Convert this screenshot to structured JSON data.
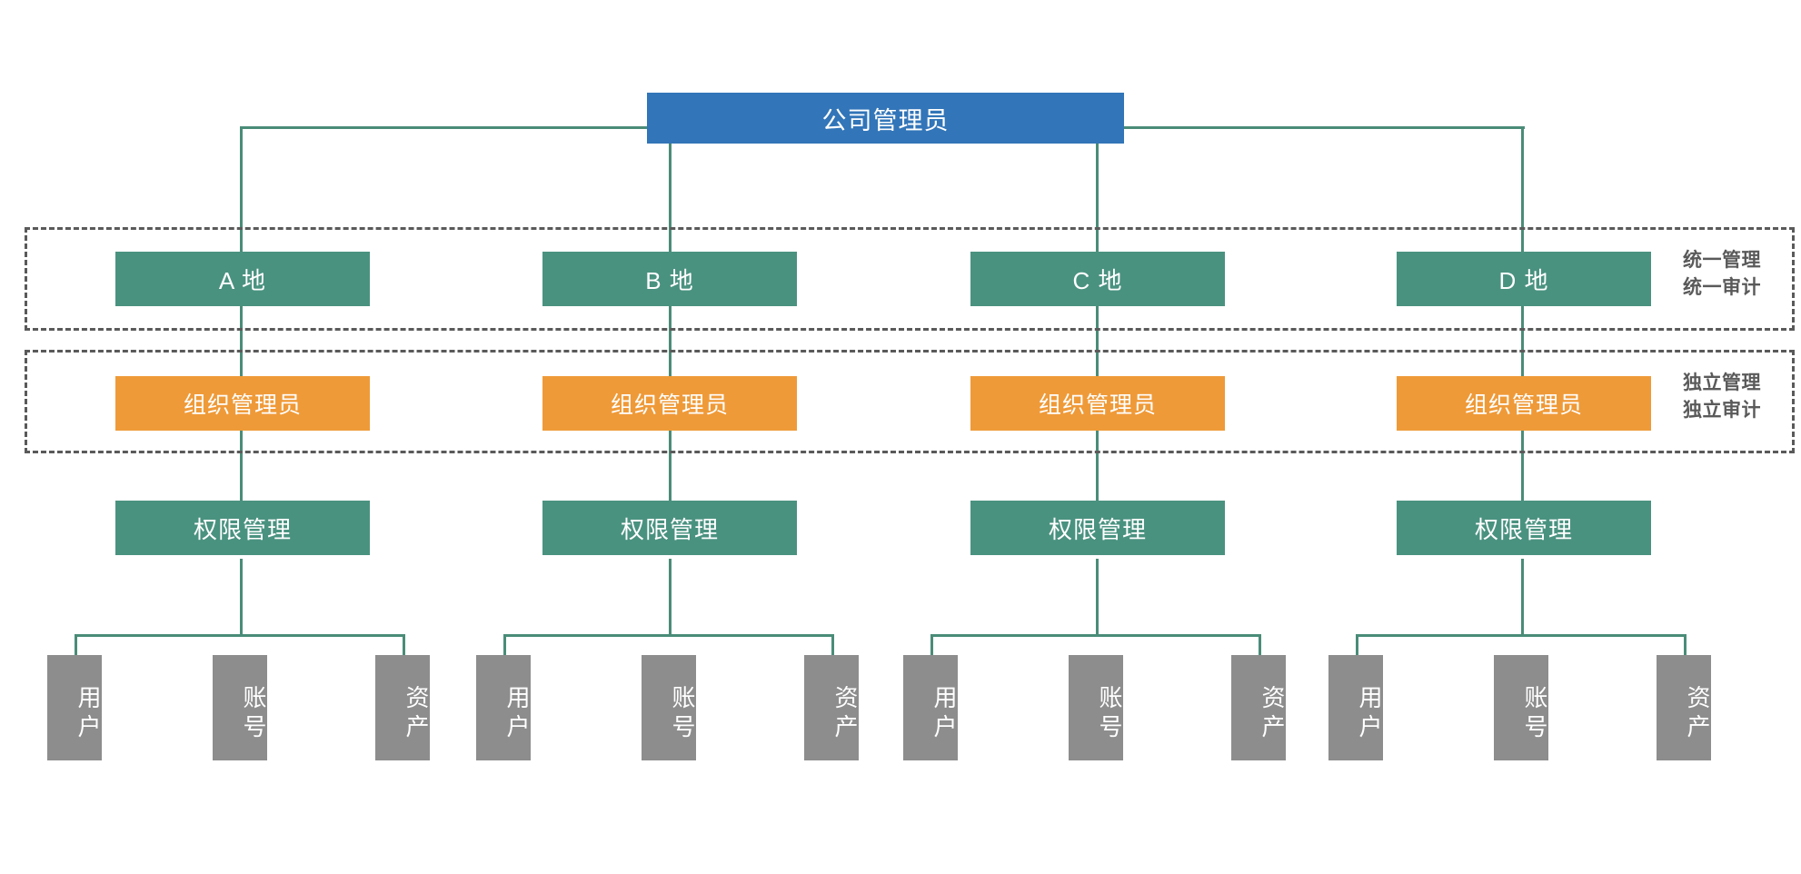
{
  "diagram": {
    "title_node": {
      "label": "公司管理员"
    },
    "columns": [
      {
        "region_label": "A 地",
        "org_admin": "组织管理员",
        "permission": "权限管理",
        "leaves": [
          "用户",
          "账号",
          "资产"
        ]
      },
      {
        "region_label": "B 地",
        "org_admin": "组织管理员",
        "permission": "权限管理",
        "leaves": [
          "用户",
          "账号",
          "资产"
        ]
      },
      {
        "region_label": "C 地",
        "org_admin": "组织管理员",
        "permission": "权限管理",
        "leaves": [
          "用户",
          "账号",
          "资产"
        ]
      },
      {
        "region_label": "D 地",
        "org_admin": "组织管理员",
        "permission": "权限管理",
        "leaves": [
          "用户",
          "账号",
          "资产"
        ]
      }
    ],
    "regions": [
      {
        "line1": "统一管理",
        "line2": "统一审计"
      },
      {
        "line1": "独立管理",
        "line2": "独立审计"
      }
    ],
    "colors": {
      "root": "#3275b8",
      "location": "#4a9280",
      "org_admin": "#ef9a38",
      "permission": "#4a9280",
      "leaf": "#8d8d8d",
      "connector": "#4a8c78",
      "region_border": "#5a5a5a",
      "region_text": "#5a5a5a",
      "background": "#ffffff"
    }
  }
}
